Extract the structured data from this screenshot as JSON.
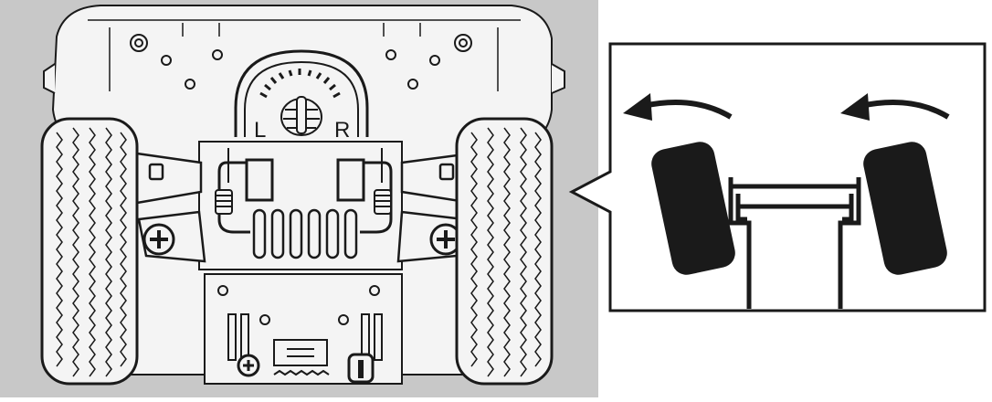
{
  "figure": {
    "kind": "manual-illustration",
    "subject": "rc-car-underside-steering-trim",
    "dial": {
      "left_label": "L",
      "right_label": "R"
    },
    "callout": {
      "steer_direction": "left",
      "icons": [
        "rotate-left-arrow-icon",
        "rotate-left-arrow-icon"
      ]
    }
  },
  "colors": {
    "photo_background": "#c8c8c8",
    "line": "#1a1a1a",
    "body_fill": "#f4f4f4",
    "callout_fill": "#ffffff",
    "tire_fill": "#1a1a1a"
  }
}
